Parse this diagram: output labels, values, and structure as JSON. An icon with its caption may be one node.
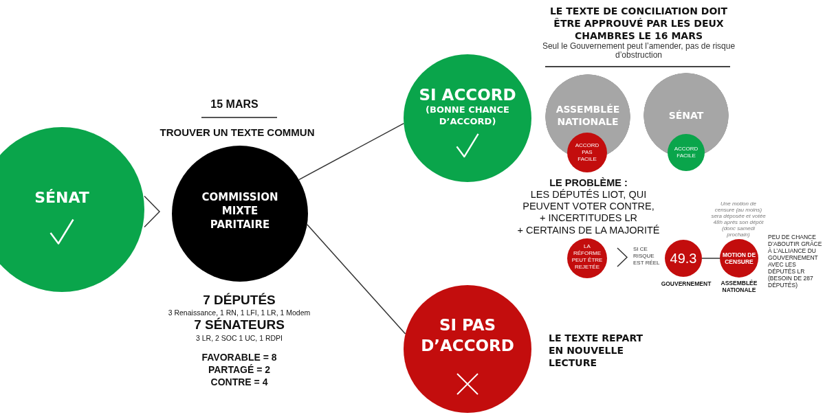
{
  "diagram": {
    "nodes": [
      {
        "text": [
          "SÉNAT"
        ]
      },
      {
        "text": [
          "COMMISSION MIXTE PARITAIRE"
        ],
        "beside": [
          "15 MARS",
          "TROUVER UN TEXTE COMMUN",
          "7 DÉPUTÉS",
          "3 Renaissance, 1 RN, 1 LFI, 1 LR, 1 Modem",
          "7 SÉNATEURS",
          "3 LR, 2 SOC 1 UC, 1 RDPI",
          "FAVORABLE = 8",
          "PARTAGÉ = 2",
          "CONTRE = 4"
        ]
      },
      {
        "text": [
          "SI ACCORD",
          "(BONNE CHANCE D’ACCORD)"
        ]
      },
      {
        "text": [
          "ASSEMBLÉE NATIONALE"
        ]
      },
      {
        "text": [
          "ACCORD PAS FACILE"
        ]
      },
      {
        "text": [
          "SÉNAT"
        ]
      },
      {
        "text": [
          "ACCORD FACILE"
        ]
      },
      {
        "text": [
          "LA RÉFORME PEUT ÊTRE REJETÉE"
        ]
      },
      {
        "text": [
          "SI CE RISQUE EST RÉEL"
        ]
      },
      {
        "text": [
          "49.3"
        ],
        "beside": [
          "GOUVERNEMENT"
        ]
      },
      {
        "text": [
          "MOTION DE CENSURE"
        ],
        "beside": [
          "Une motion de censure (au moins) sera déposée et votée 48h après son dépôt (donc samedi prochain)",
          "ASSEMBLÉE NATIONALE",
          "PEU DE CHANCE D’ABOUTIR GRÂCE À L’ALLIANCE DU GOUVERNEMENT AVEC LES DÉPUTÉS LR (BESOIN DE 287 DÉPUTÉS)"
        ]
      },
      {
        "text": [
          "SI PAS D’ACCORD"
        ],
        "beside": [
          "LE TEXTE REPART EN NOUVELLE LECTURE"
        ]
      }
    ],
    "edges": [
      {
        "from": 0,
        "to": 1,
        "arrow": "to"
      },
      {
        "from": 1,
        "to": 2,
        "arrow": "none"
      },
      {
        "from": 1,
        "to": 11,
        "arrow": "none"
      },
      {
        "from": 7,
        "to": 8,
        "arrow": "to"
      },
      {
        "from": 9,
        "to": 10,
        "arrow": "none"
      }
    ],
    "labels": [
      "LE TEXTE DE CONCILIATION DOIT ÊTRE APPROUVÉ PAR LES DEUX CHAMBRES LE 16 MARS",
      "Seul le Gouvernement peut l’amender, pas de risque d’obstruction",
      "LE PROBLÈME :",
      "LES DÉPUTÉS LIOT, QUI PEUVENT VOTER CONTRE,",
      "+ INCERTITUDES LR",
      "+ CERTAINS DE LA MAJORITÉ"
    ]
  }
}
